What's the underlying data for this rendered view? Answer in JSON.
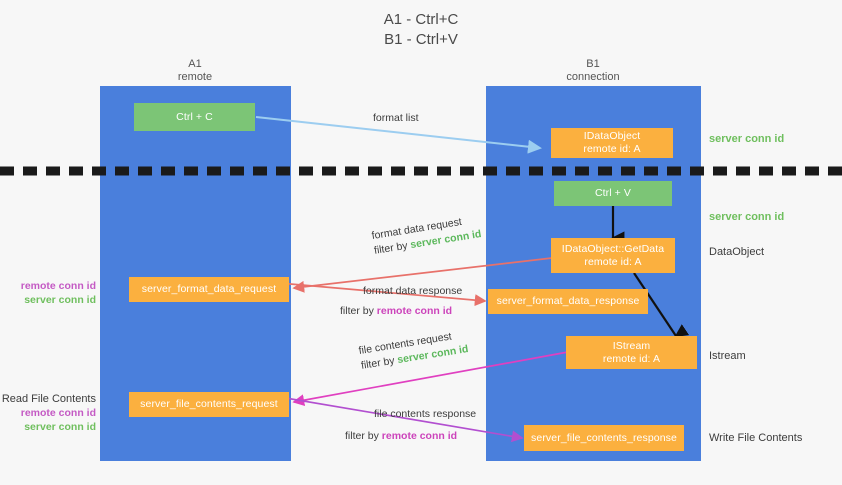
{
  "title": {
    "line1": "A1 - Ctrl+C",
    "line2": "B1 - Ctrl+V"
  },
  "columns": [
    {
      "name": "A1",
      "sub": "remote"
    },
    {
      "name": "B1",
      "sub": "connection"
    }
  ],
  "boxes": {
    "ctrl_c": {
      "label": "Ctrl + C",
      "color": "#7cc576"
    },
    "idataobject_top": {
      "line1": "IDataObject",
      "line2": "remote id: A",
      "color": "#fbb03f"
    },
    "ctrl_v": {
      "label": "Ctrl + V",
      "color": "#7cc576"
    },
    "getdata": {
      "line1": "IDataObject::GetData",
      "line2": "remote id: A",
      "color": "#fbb03f"
    },
    "istream": {
      "line1": "IStream",
      "line2": "remote id: A",
      "color": "#fbb03f"
    },
    "server_format_data_request": {
      "label": "server_format_data_request",
      "color": "#fbb03f"
    },
    "server_format_data_response": {
      "label": "server_format_data_response",
      "color": "#fbb03f"
    },
    "server_file_contents_request": {
      "label": "server_file_contents_request",
      "color": "#fbb03f"
    },
    "server_file_contents_response": {
      "label": "server_file_contents_response",
      "color": "#fbb03f"
    }
  },
  "side_notes": {
    "server_conn_id_1": "server conn id",
    "server_conn_id_2": "server conn id",
    "dataobject": "DataObject",
    "istream": "Istream",
    "write_file_contents": "Write File Contents"
  },
  "left_notes": {
    "group1": {
      "remote": "remote conn id",
      "server": "server conn id"
    },
    "group2": {
      "title": "Read File Contents",
      "remote": "remote conn id",
      "server": "server conn id"
    }
  },
  "edges": [
    {
      "id": "format-list",
      "label": "format list",
      "filter_prefix": "",
      "filter_value": "",
      "color": "#9ccdf0"
    },
    {
      "id": "format-data-request",
      "label": "format data request",
      "filter_prefix": "filter by ",
      "filter_value": "server conn id",
      "color": "#e8716a"
    },
    {
      "id": "format-data-response",
      "label": "format data response",
      "filter_prefix": "filter by ",
      "filter_value": "remote conn id",
      "color": "#e8716a"
    },
    {
      "id": "file-contents-request",
      "label": "file contents request",
      "filter_prefix": "filter by ",
      "filter_value": "server conn id",
      "color": "#e040c0"
    },
    {
      "id": "file-contents-response",
      "label": "file contents response",
      "filter_prefix": "filter by ",
      "filter_value": "remote conn id",
      "color": "#b24fd0"
    }
  ],
  "colors": {
    "lane": "#4a7fdc",
    "green_box": "#7cc576",
    "orange_box": "#fbb03f",
    "divider": "#1a1a1a",
    "background": "#f7f7f7",
    "green_text": "#6fbf5e",
    "magenta_text": "#c45ac4"
  }
}
